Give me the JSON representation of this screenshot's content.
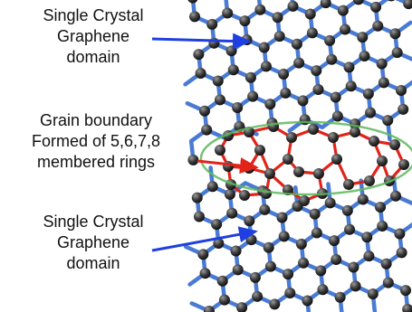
{
  "labels": {
    "top": "Single Crystal\nGraphene\ndomain",
    "middle": "Grain boundary\nFormed of 5,6,7,8\nmembered rings",
    "bottom": "Single Crystal\nGraphene\ndomain"
  },
  "colors": {
    "lattice_bond": "#4a7bd4",
    "boundary_bond": "#e2231a",
    "atom": "#3d3d3d",
    "ellipse": "#5cb85c",
    "arrow_top": "#1f3fe0",
    "arrow_middle": "#e2231a",
    "arrow_bottom": "#1f3fe0"
  }
}
